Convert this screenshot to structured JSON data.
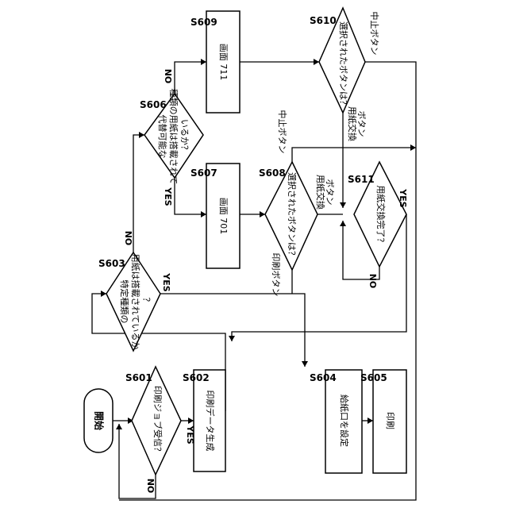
{
  "nodes": {
    "start": "開始",
    "s601": {
      "step": "S601",
      "text": "印刷ジョブ受信？"
    },
    "s602": {
      "step": "S602",
      "text": "印刷データ生成"
    },
    "s603": {
      "step": "S603",
      "line1": "特定種類の",
      "line2": "用紙は搭載されているか",
      "line3": "？"
    },
    "s604": {
      "step": "S604",
      "text": "給紙口を設定"
    },
    "s605": {
      "step": "S605",
      "text": "印刷"
    },
    "s606": {
      "step": "S606",
      "line1": "代替可能な",
      "line2": "種類の用紙は搭載されて",
      "line3": "いるか？"
    },
    "s607": {
      "step": "S607",
      "text": "画面 701"
    },
    "s608": {
      "step": "S608",
      "text": "選択されたボタンは？"
    },
    "s609": {
      "step": "S609",
      "text": "画面 711"
    },
    "s610": {
      "step": "S610",
      "text": "選択されたボタンは？"
    },
    "s611": {
      "step": "S611",
      "text": "用紙交換完了？"
    }
  },
  "labels": {
    "yes": "YES",
    "no": "NO",
    "print_button": "印刷ボタン",
    "cancel_button": "中止ボタン",
    "paper_change_line1": "用紙交換",
    "paper_change_line2": "ボタン"
  }
}
